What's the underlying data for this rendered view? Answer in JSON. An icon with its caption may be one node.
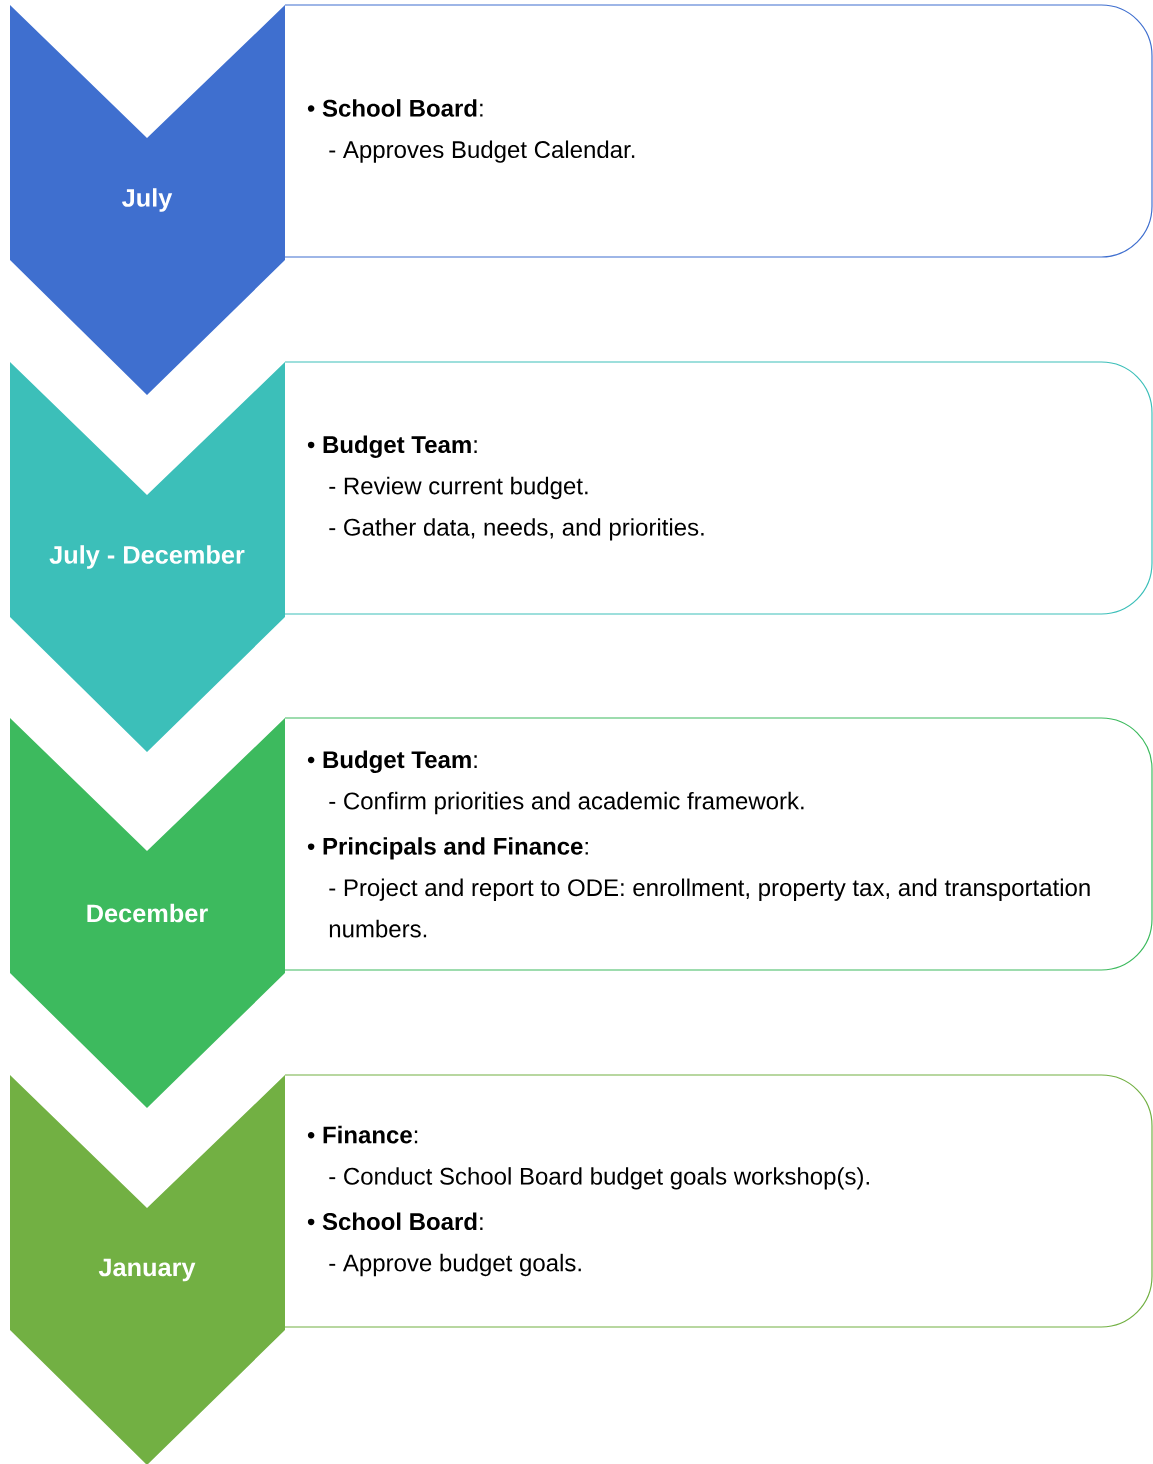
{
  "diagram": {
    "nodes": [
      {
        "text": [
          "July"
        ]
      },
      {
        "text": [
          "• **School Board**:",
          "- Approves Budget Calendar."
        ]
      },
      {
        "text": [
          "July - December"
        ]
      },
      {
        "text": [
          "• **Budget Team**:",
          "- Review current budget.",
          "- Gather data, needs, and priorities."
        ]
      },
      {
        "text": [
          "December"
        ]
      },
      {
        "text": [
          "• **Budget Team**:",
          "- Confirm priorities and academic framework.",
          "• **Principals and Finance**:",
          "- Project and report to ODE: enrollment, property tax, and transportation numbers."
        ]
      },
      {
        "text": [
          "January"
        ]
      },
      {
        "text": [
          "• **Finance**:",
          "- Conduct School Board budget goals workshop(s).",
          "• **School Board**:",
          "- Approve budget goals."
        ]
      }
    ]
  }
}
